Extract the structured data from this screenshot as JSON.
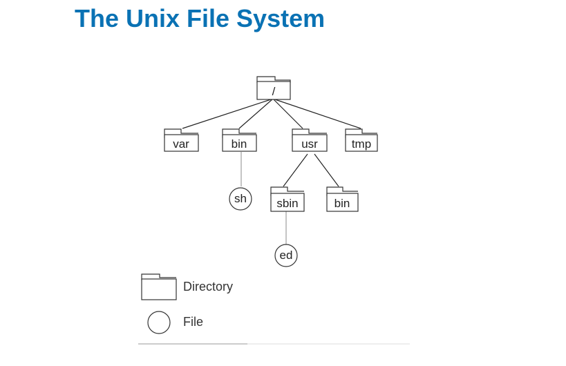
{
  "title": "The Unix File System",
  "title_color": "#0a72b4",
  "tree": {
    "root": "/",
    "top_dirs": [
      "var",
      "bin",
      "usr",
      "tmp"
    ],
    "bin_file": "sh",
    "usr_dirs": [
      "sbin",
      "bin"
    ],
    "sbin_file": "ed"
  },
  "legend": {
    "directory": "Directory",
    "file": "File"
  }
}
